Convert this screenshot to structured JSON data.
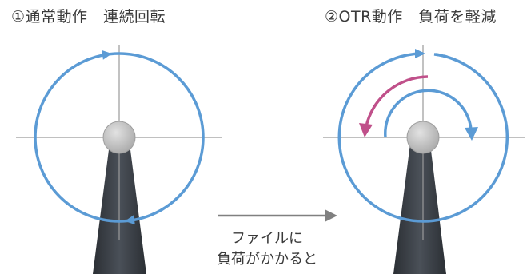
{
  "panel_left": {
    "title": "①通常動作　連続回転"
  },
  "panel_right": {
    "title": "②OTR動作　負荷を軽減"
  },
  "transition": {
    "caption_line1": "ファイルに",
    "caption_line2": "負荷がかかると"
  },
  "colors": {
    "rotation_blue": "#5b9bd5",
    "reverse_pink": "#c0508a",
    "file_dark": "#3c4148",
    "handpiece_gray": "#bdbdbd",
    "crosshair": "#9a9a9a",
    "arrow_gray": "#808080"
  }
}
